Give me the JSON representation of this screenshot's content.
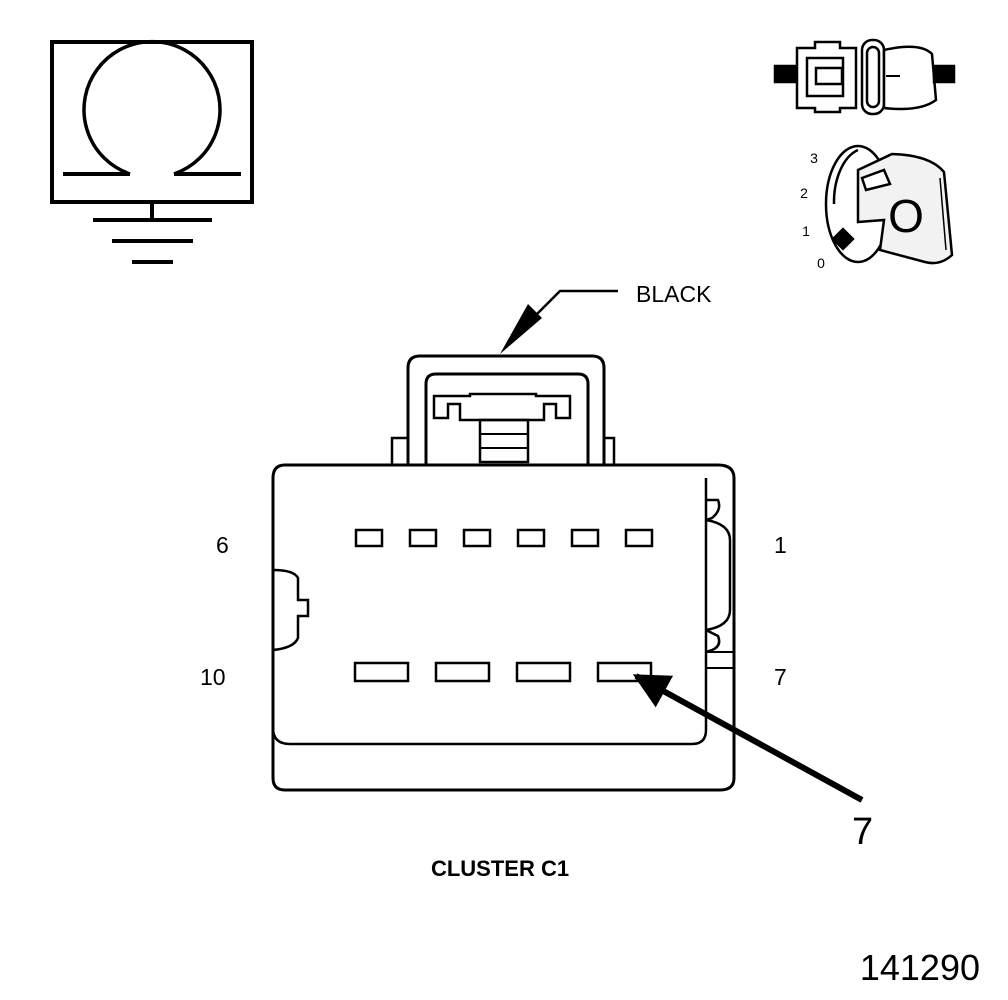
{
  "meter": {
    "symbol": "ohmmeter-ground-icon"
  },
  "ignition": {
    "symbol": "ignition-key-icon",
    "connector_symbol": "connector-disconnected-icon",
    "key_face": "O",
    "positions": [
      "3",
      "2",
      "1",
      "0"
    ]
  },
  "connector": {
    "color_label": "BLACK",
    "caption": "CLUSTER C1",
    "row_top": {
      "left_pin": "6",
      "right_pin": "1",
      "cavities": 6
    },
    "row_bottom": {
      "left_pin": "10",
      "right_pin": "7",
      "cavities": 4
    },
    "probe_callout": "7"
  },
  "figure_number": "141290",
  "colors": {
    "ink": "#000000",
    "paper": "#ffffff",
    "key_shade": "#f2f2f2"
  }
}
